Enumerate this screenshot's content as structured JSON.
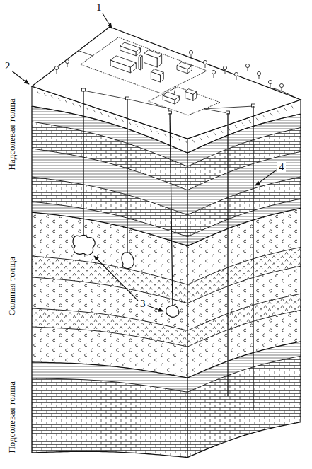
{
  "diagram": {
    "labels": [
      "1",
      "2",
      "Надсолевая толща",
      "4",
      "Соляная толща",
      "3",
      "Подсолевая толща"
    ]
  }
}
